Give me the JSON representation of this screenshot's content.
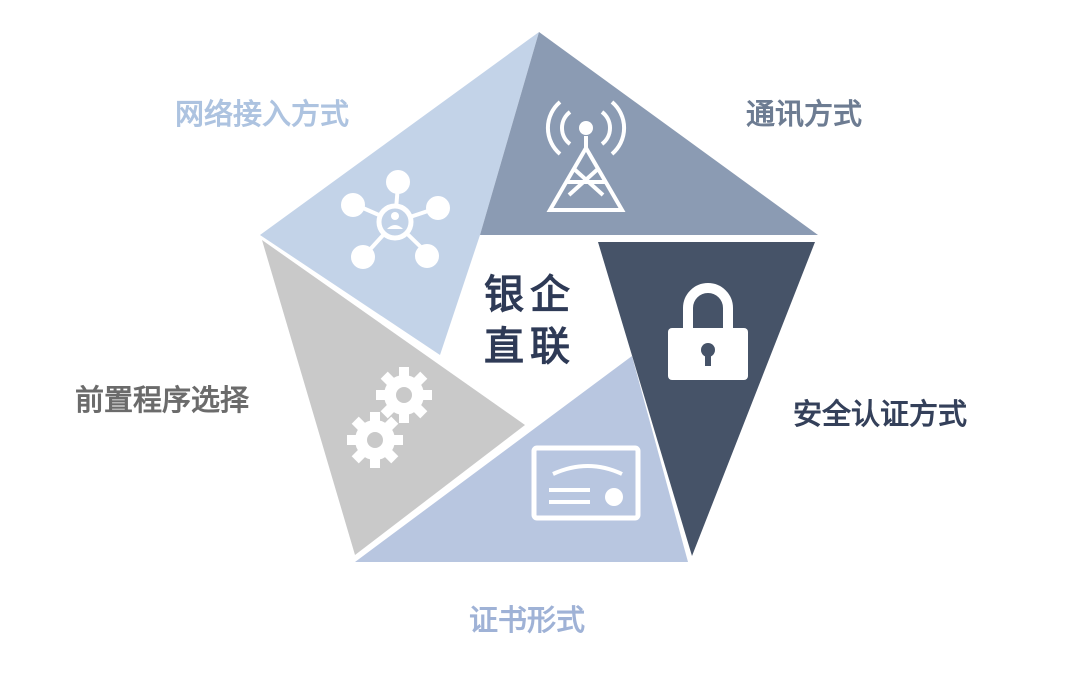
{
  "center": {
    "line1": "银企",
    "line2": "直联"
  },
  "segments": [
    {
      "label": "网络接入方式",
      "color": "#c3d3e8",
      "label_color": "#adc3e0",
      "icon": "network-hub-icon"
    },
    {
      "label": "通讯方式",
      "color": "#8b9bb3",
      "label_color": "#6d7c92",
      "icon": "signal-tower-icon"
    },
    {
      "label": "安全认证方式",
      "color": "#465368",
      "label_color": "#34405a",
      "icon": "padlock-icon"
    },
    {
      "label": "证书形式",
      "color": "#b8c6e0",
      "label_color": "#9fb2d6",
      "icon": "certificate-icon"
    },
    {
      "label": "前置程序选择",
      "color": "#c9c9c9",
      "label_color": "#6b6b6b",
      "icon": "gears-icon"
    }
  ],
  "center_text_color": "#2e3a56"
}
